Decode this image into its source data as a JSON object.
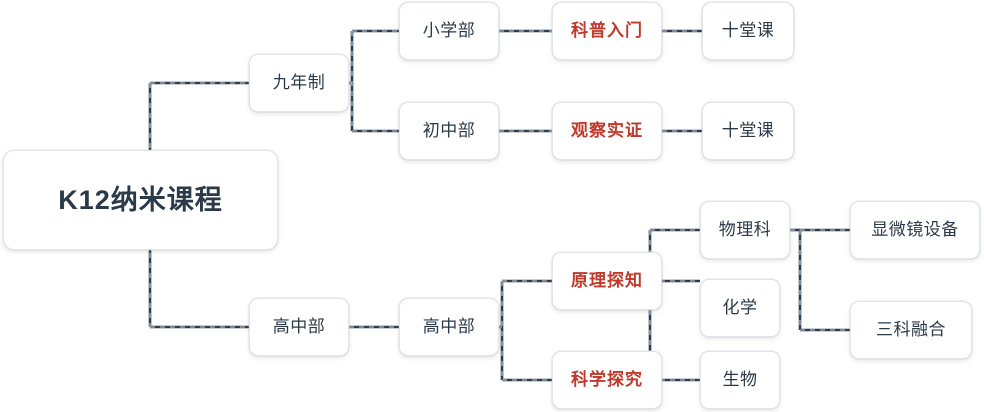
{
  "diagram": {
    "title": "K12纳米课程",
    "colors": {
      "node_text": "#2b3a4a",
      "accent_text": "#c0392b",
      "edge": "#2c3e50",
      "node_border": "#e3e5e8",
      "node_fill": "#ffffff",
      "background": "#ffffff"
    }
  },
  "nodes": {
    "root": {
      "label": "K12纳米课程"
    },
    "n9year": {
      "label": "九年制"
    },
    "primary": {
      "label": "小学部"
    },
    "junior": {
      "label": "初中部"
    },
    "primary_course": {
      "label": "科普入门"
    },
    "junior_course": {
      "label": "观察实证"
    },
    "primary_lessons": {
      "label": "十堂课"
    },
    "junior_lessons": {
      "label": "十堂课"
    },
    "senior": {
      "label": "高中部"
    },
    "senior2": {
      "label": "高中部"
    },
    "principle": {
      "label": "原理探知"
    },
    "inquiry": {
      "label": "科学探究"
    },
    "physics": {
      "label": "物理科"
    },
    "chemistry": {
      "label": "化学"
    },
    "biology": {
      "label": "生物"
    },
    "microscope": {
      "label": "显微镜设备"
    },
    "fusion": {
      "label": "三科融合"
    }
  }
}
